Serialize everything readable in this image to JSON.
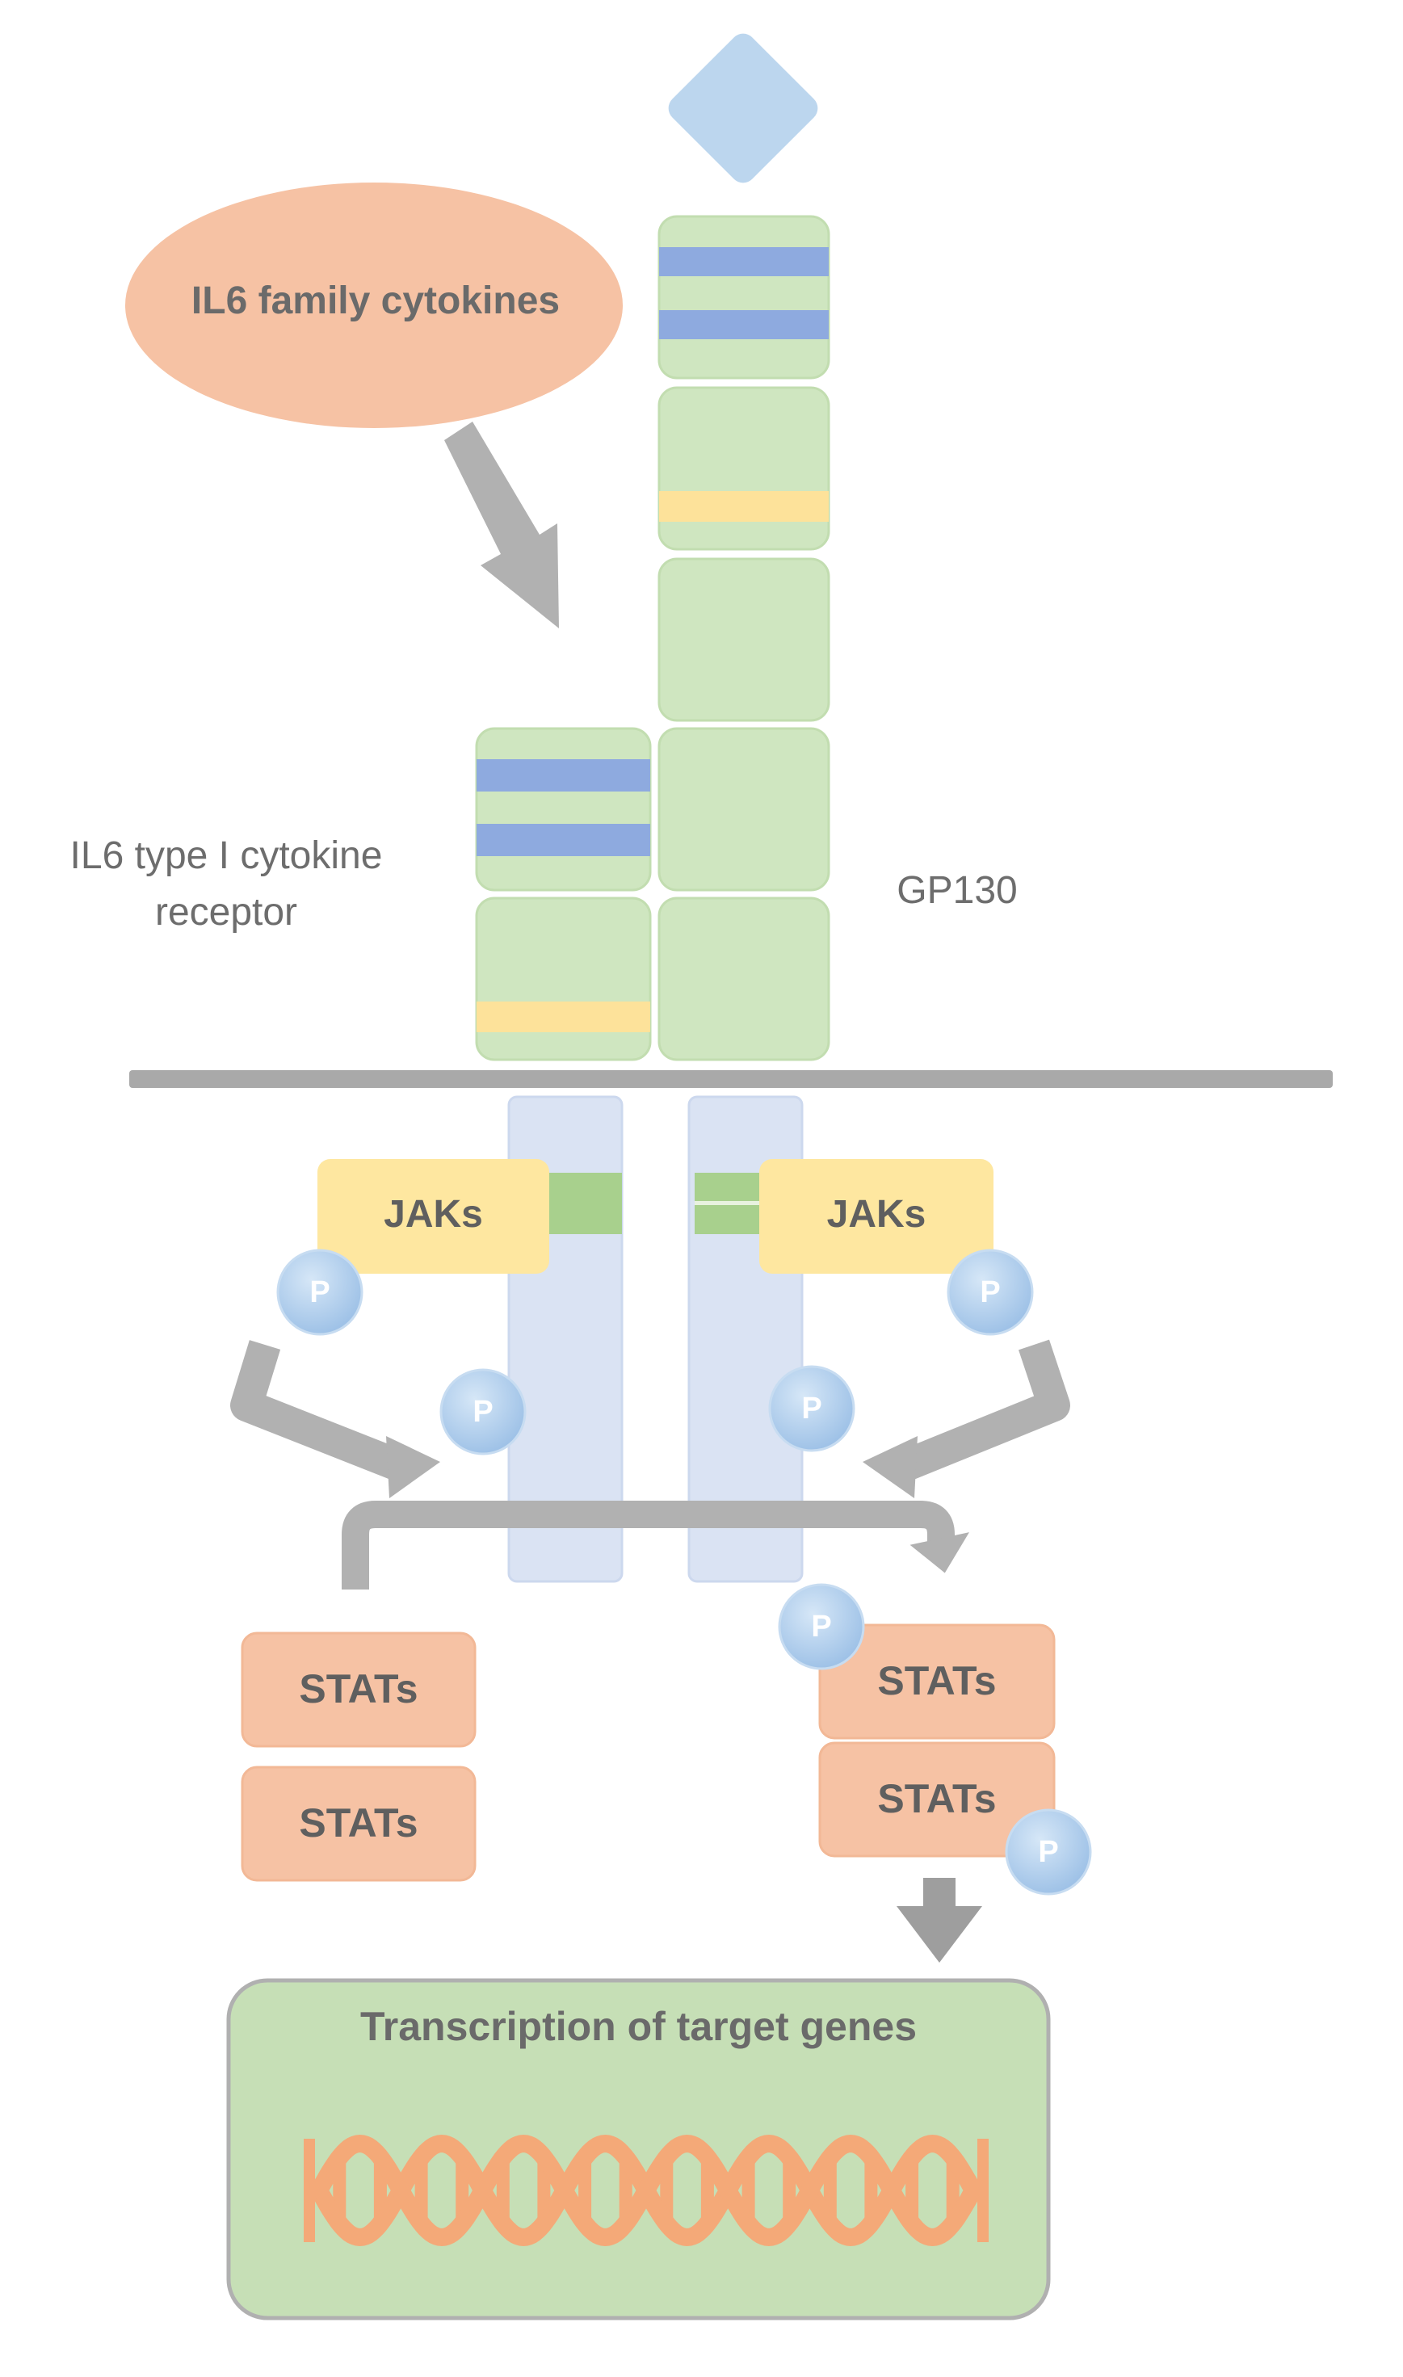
{
  "cytokine": {
    "label": "IL6 family cytokines"
  },
  "receptor": {
    "line1": "IL6 type I cytokine",
    "line2": "receptor"
  },
  "gp130": {
    "label": "GP130"
  },
  "jak_left": {
    "label": "JAKs"
  },
  "jak_right": {
    "label": "JAKs"
  },
  "phospho": {
    "label": "P"
  },
  "stat_left_top": {
    "label": "STATs"
  },
  "stat_left_bottom": {
    "label": "STATs"
  },
  "stat_right_top": {
    "label": "STATs"
  },
  "stat_right_bottom": {
    "label": "STATs"
  },
  "nucleus": {
    "title": "Transcription of target genes"
  },
  "colors": {
    "cytokine_fill": "#f6c2a4",
    "receptor_green": "#cfe6c0",
    "band_blue": "#8eaadf",
    "band_yellow": "#fde29a",
    "diamond_blue": "#bcd6ee",
    "membrane": "#a9a9a9",
    "intracellular": "#dae3f3",
    "jak_fill": "#fee7a0",
    "jak_link": "#a8d08d",
    "phospho": "#a9cbec",
    "arrow": "#b1b1b1",
    "stat_fill": "#f6c2a4",
    "nucleus_fill": "#c6dfb6",
    "dna": "#f4a978"
  }
}
